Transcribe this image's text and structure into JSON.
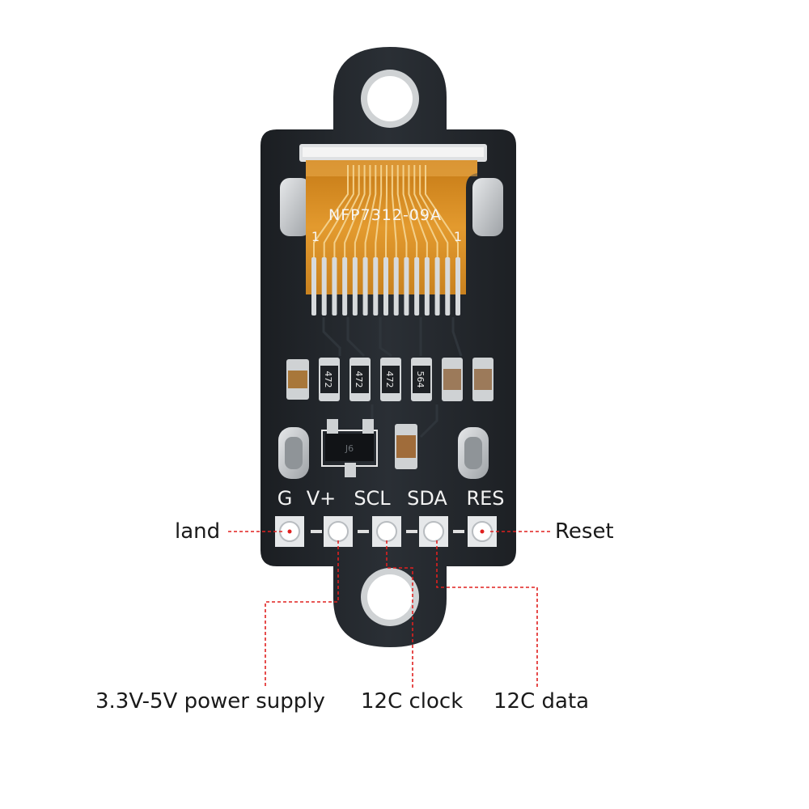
{
  "board": {
    "connector_marking": "NFP7312-09A",
    "pin1_left": "1",
    "pin1_right": "1",
    "resistor_codes": [
      "472",
      "472",
      "472",
      "564"
    ],
    "transistor_marking": "J6",
    "pin_labels": [
      "G",
      "V+",
      "SCL",
      "SDA",
      "RES"
    ],
    "colors": {
      "pcb": "#23272c",
      "silkscreen": "#f2f2f2",
      "flex": "#d98a1f",
      "pad": "#c9cccf",
      "callout_line": "#e0201f"
    }
  },
  "callouts": {
    "land": "land",
    "reset": "Reset",
    "power": "3.3V-5V power supply",
    "clock": "12C clock",
    "data": "12C data"
  }
}
